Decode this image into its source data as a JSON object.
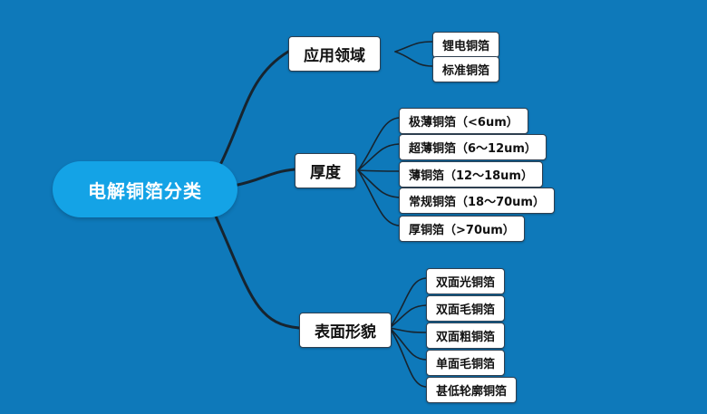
{
  "root": {
    "label": "电解铜箔分类"
  },
  "branches": [
    {
      "label": "应用领域",
      "children": [
        {
          "label": "锂电铜箔"
        },
        {
          "label": "标准铜箔"
        }
      ]
    },
    {
      "label": "厚度",
      "children": [
        {
          "label": "极薄铜箔（<6um）"
        },
        {
          "label": "超薄铜箔（6～12um）"
        },
        {
          "label": "薄铜箔（12～18um）"
        },
        {
          "label": "常规铜箔（18～70um）"
        },
        {
          "label": "厚铜箔（>70um）"
        }
      ]
    },
    {
      "label": "表面形貌",
      "children": [
        {
          "label": "双面光铜箔"
        },
        {
          "label": "双面毛铜箔"
        },
        {
          "label": "双面粗铜箔"
        },
        {
          "label": "单面毛铜箔"
        },
        {
          "label": "甚低轮廓铜箔"
        }
      ]
    }
  ],
  "colors": {
    "background": "#0e79ba",
    "root_fill": "#14a3e6",
    "node_fill": "#ffffff",
    "node_border": "#2e3f50",
    "connector_line": "#17242f",
    "root_text": "#ffffff",
    "node_text": "#111111"
  }
}
